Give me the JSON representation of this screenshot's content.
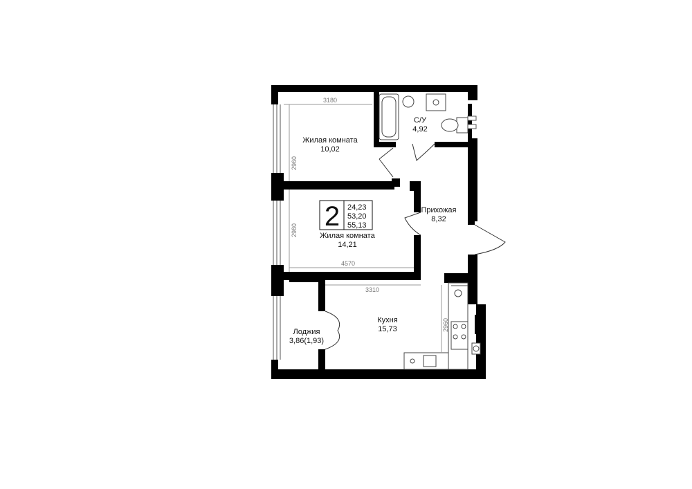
{
  "colors": {
    "wall": "#000000",
    "line": "#555555",
    "dim_line": "#999999",
    "text": "#111111"
  },
  "badge": {
    "rooms": "2",
    "living_area": "24,23",
    "total_area": "53,20",
    "total_with_loggia": "55,13"
  },
  "rooms": {
    "bedroom1": {
      "name": "Жилая комната",
      "area": "10,02"
    },
    "bedroom2": {
      "name": "Жилая комната",
      "area": "14,21"
    },
    "bathroom": {
      "name": "С/У",
      "area": "4,92"
    },
    "hallway": {
      "name": "Прихожая",
      "area": "8,32"
    },
    "kitchen": {
      "name": "Кухня",
      "area": "15,73"
    },
    "loggia": {
      "name": "Лоджия",
      "area": "3,86(1,93)"
    }
  },
  "dimensions": {
    "bedroom1_width": "3180",
    "bedroom1_depth": "2960",
    "bedroom2_depth": "2980",
    "bedroom2_width": "4570",
    "kitchen_width": "3310",
    "kitchen_depth": "2960"
  }
}
